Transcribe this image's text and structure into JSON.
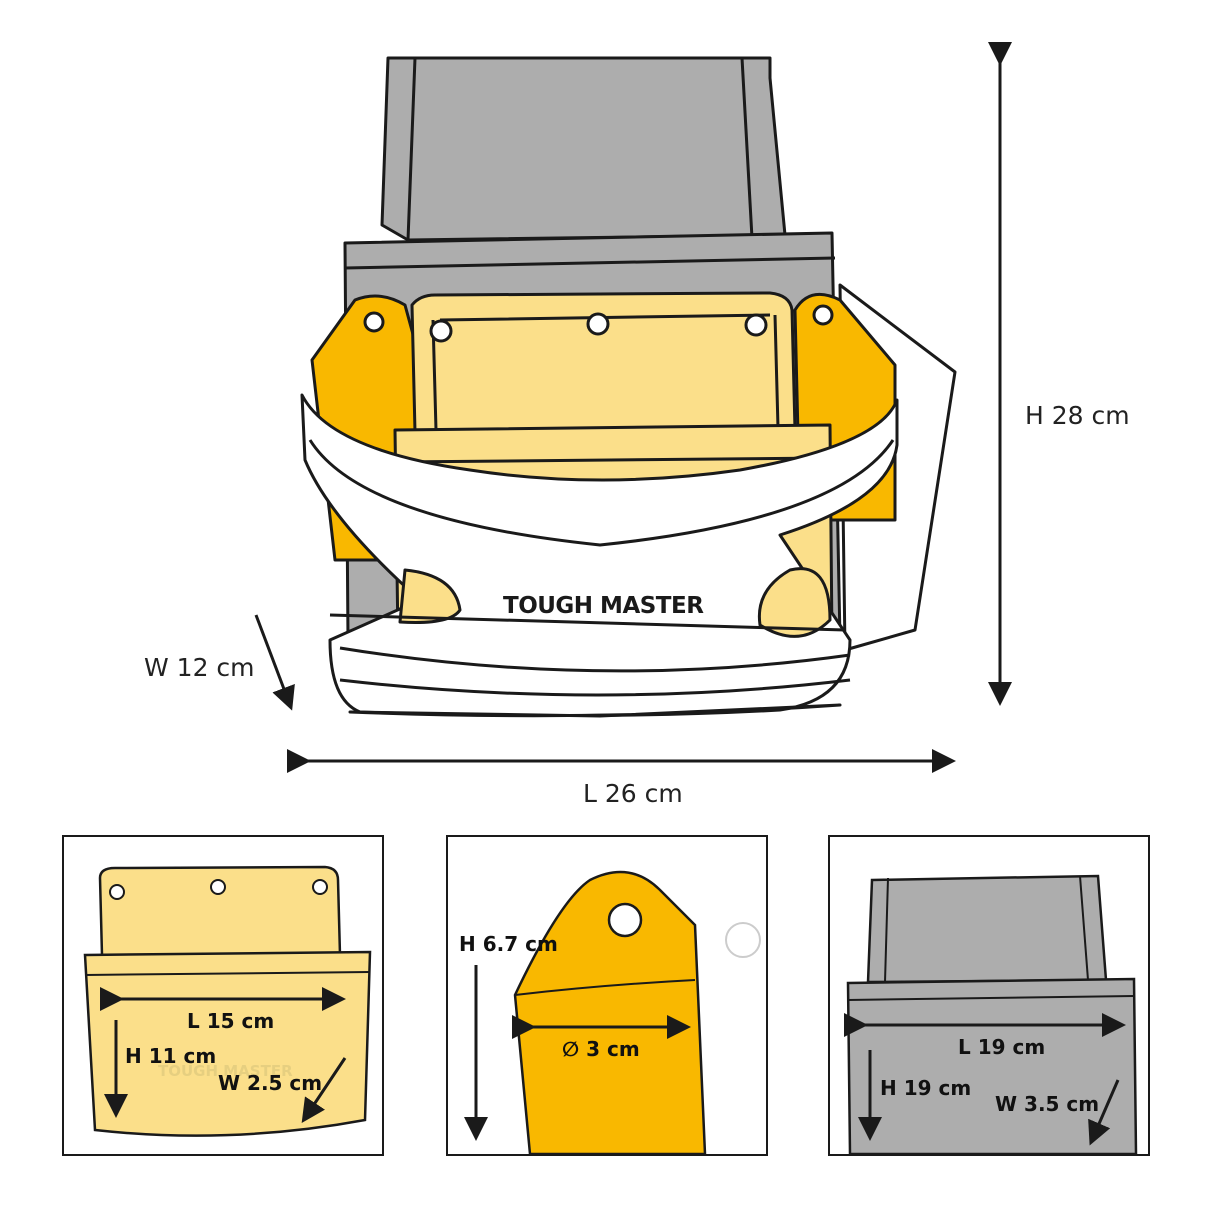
{
  "colors": {
    "gray": "#ADADAD",
    "light_yellow": "#FBDF8A",
    "orange": "#F9B800",
    "outline": "#1a1a1a"
  },
  "main": {
    "brand": "TOUGH MASTER",
    "height_label": "H 28 cm",
    "width_label": "W 12 cm",
    "length_label": "L 26 cm"
  },
  "details": [
    {
      "length": "L 15 cm",
      "height": "H 11 cm",
      "width": "W 2.5 cm",
      "brand": "TOUGH MASTER"
    },
    {
      "height": "H 6.7 cm",
      "diameter": "∅ 3 cm"
    },
    {
      "length": "L 19 cm",
      "height": "H 19 cm",
      "width": "W 3.5 cm"
    }
  ]
}
